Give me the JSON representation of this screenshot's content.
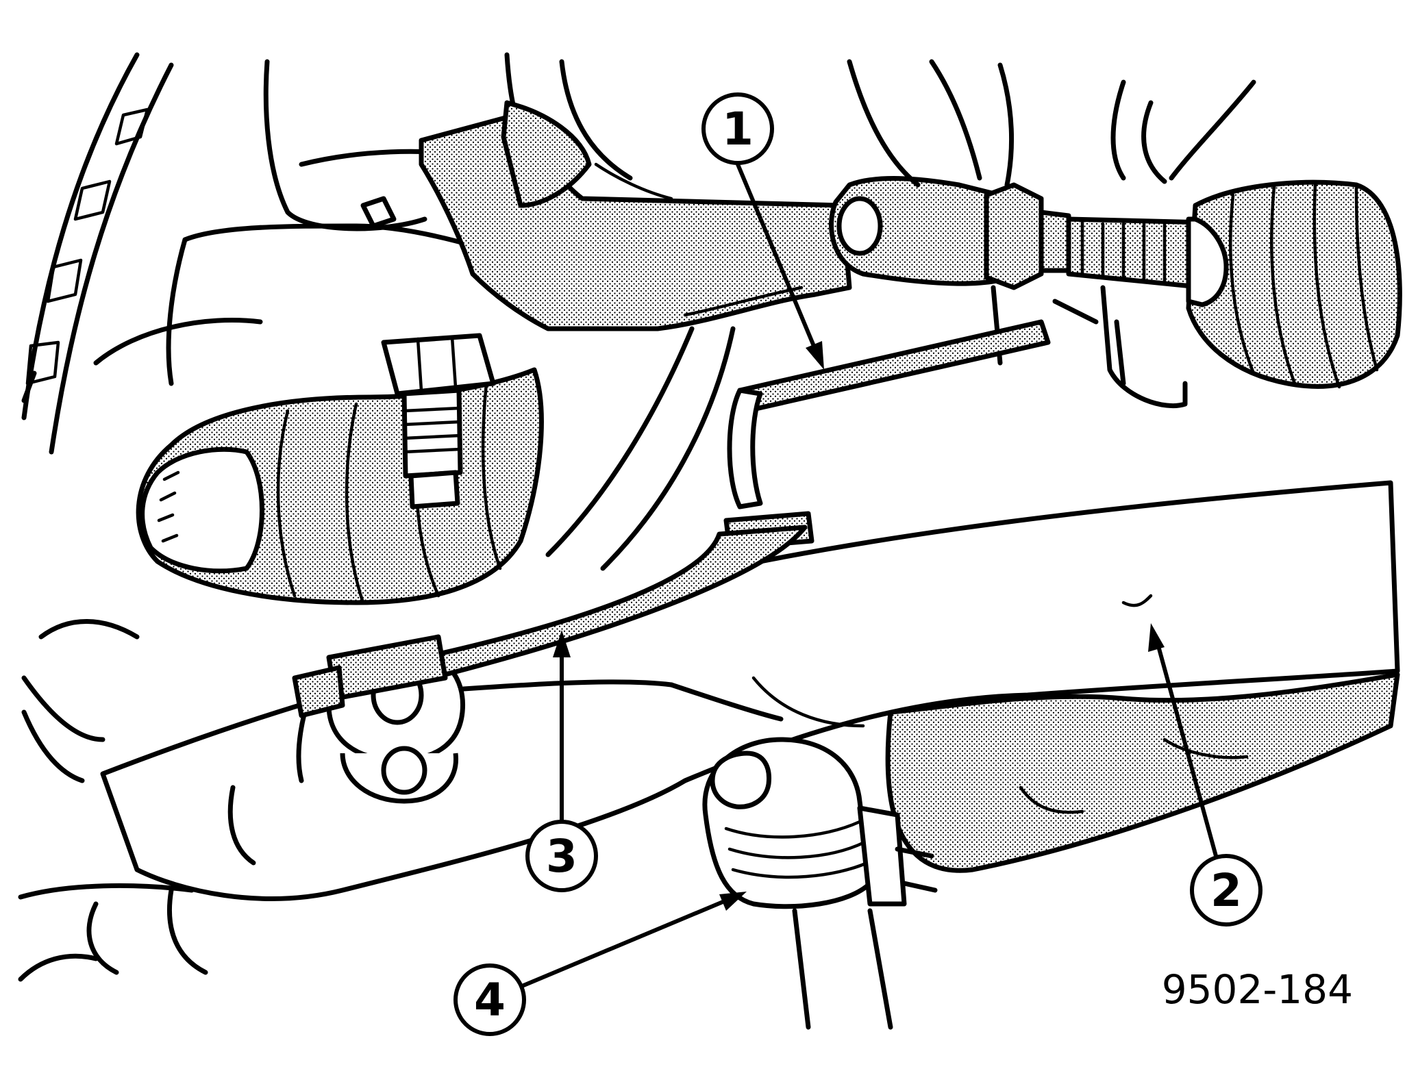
{
  "figure_id": "9502-184",
  "callouts": [
    {
      "label": "1"
    },
    {
      "label": "2"
    },
    {
      "label": "3"
    },
    {
      "label": "4"
    }
  ]
}
